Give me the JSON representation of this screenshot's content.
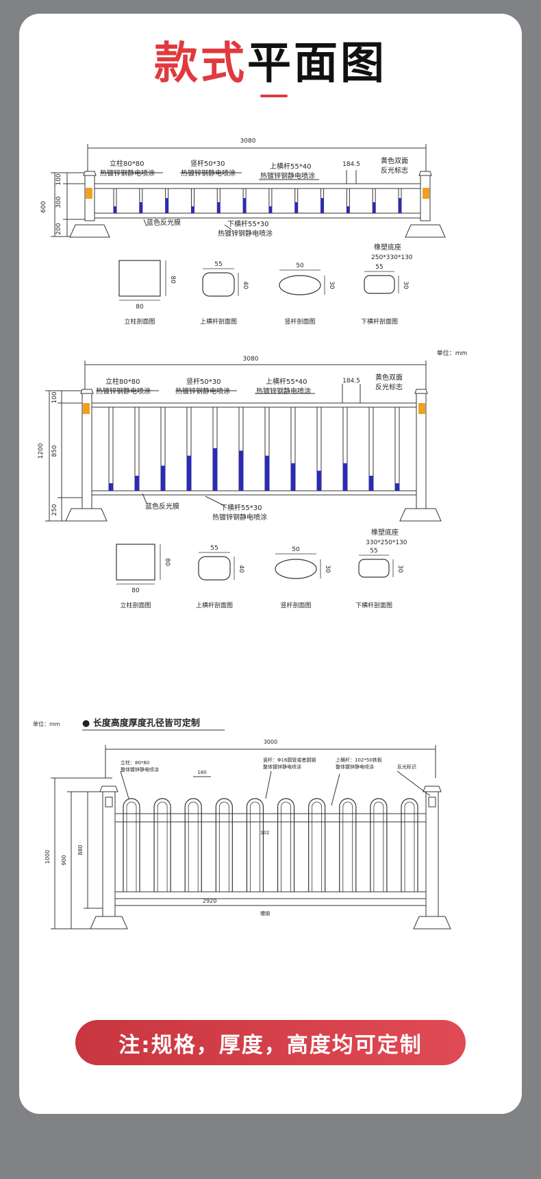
{
  "title": {
    "part1": "款式",
    "part2": "平面图"
  },
  "colors": {
    "accent": "#e03a3e",
    "banner": "#d53e48",
    "blue_film": "#2a2ac0",
    "reflector": "#f0a020"
  },
  "drawing1": {
    "total_length": "3080",
    "dims_left": [
      "600",
      "100",
      "300",
      "200"
    ],
    "post_label": "立柱80*80",
    "post_coating": "热镀锌钢静电喷涂",
    "vertical_label": "竖杆50*30",
    "vertical_coating": "热镀锌钢静电喷涂",
    "top_rail_label": "上横杆55*40",
    "top_rail_coating": "热镀锌钢静电喷涂",
    "spacing": "184.5",
    "reflector_label_1": "黄色双面",
    "reflector_label_2": "反光标志",
    "film_label": "蓝色反光膜",
    "bottom_rail_label": "下横杆55*30",
    "bottom_rail_coating": "热镀锌钢静电喷涂",
    "base_label": "橡塑底座",
    "base_size": "250*330*130",
    "sections": [
      {
        "caption": "立柱剖面图",
        "w": "80",
        "h": "80"
      },
      {
        "caption": "上横杆剖面图",
        "w": "55",
        "h": "40"
      },
      {
        "caption": "竖杆剖面图",
        "w": "50",
        "h": "30"
      },
      {
        "caption": "下横杆剖面图",
        "w": "55",
        "h": "30"
      }
    ]
  },
  "drawing2": {
    "unit": "单位：mm",
    "total_length": "3080",
    "dims_left": [
      "1200",
      "100",
      "850",
      "250"
    ],
    "post_label": "立柱80*80",
    "post_coating": "热镀锌钢静电喷涂",
    "vertical_label": "竖杆50*30",
    "vertical_coating": "热镀锌钢静电喷涂",
    "top_rail_label": "上横杆55*40",
    "top_rail_coating": "热镀锌钢静电喷涂",
    "spacing": "184.5",
    "reflector_label_1": "黄色双面",
    "reflector_label_2": "反光标志",
    "film_label": "蓝色反光膜",
    "bottom_rail_label": "下横杆55*30",
    "bottom_rail_coating": "热镀锌钢静电喷涂",
    "base_label": "橡塑底座",
    "base_size": "330*250*130",
    "sections": [
      {
        "caption": "立柱剖面图",
        "w": "80",
        "h": "80"
      },
      {
        "caption": "上横杆剖面图",
        "w": "55",
        "h": "40"
      },
      {
        "caption": "竖杆剖面图",
        "w": "50",
        "h": "30"
      },
      {
        "caption": "下横杆剖面图",
        "w": "55",
        "h": "30"
      }
    ]
  },
  "drawing3": {
    "unit": "单位：mm",
    "heading": "● 长度高度厚度孔径皆可定制",
    "total_length": "3000",
    "height_total": "1000",
    "height_mid": "900",
    "height_inner": "880",
    "post_label": "立柱：80*80",
    "post_coating": "整体镀锌静电喷涂",
    "arch_width": "180",
    "vertical_label": "竖杆：Φ16圆管或者圆钢",
    "vertical_coating": "整体镀锌静电喷涂",
    "top_rail_label": "上横杆：102*50铁板",
    "top_rail_coating": "整体镀锌静电喷涂",
    "reflector_label": "反光标识",
    "inner_dim": "102",
    "inner_length": "2920",
    "bottom_label": "槽钢"
  },
  "note": "注:规格，厚度，高度均可定制"
}
